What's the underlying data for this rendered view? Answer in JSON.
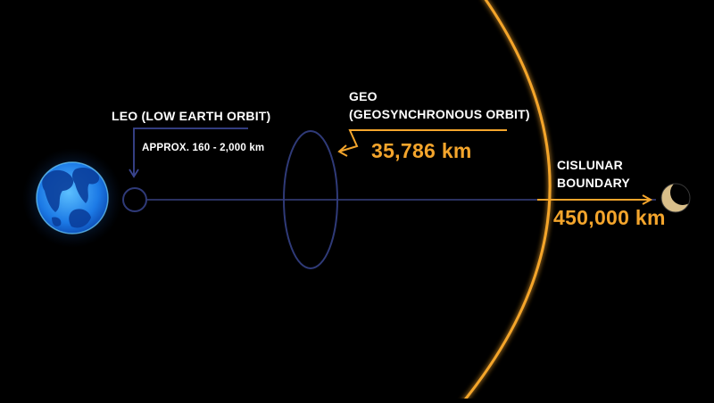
{
  "colors": {
    "background": "#000000",
    "earth": "#3aa0ff",
    "orbit_line": "#232a4f",
    "accent": "#f4a52c",
    "moon": "#d9bf8a"
  },
  "leo": {
    "title": "LEO (LOW EARTH ORBIT)",
    "range": "APPROX. 160 - 2,000 km"
  },
  "geo": {
    "title_line1": "GEO",
    "title_line2": "(GEOSYNCHRONOUS ORBIT)",
    "distance": "35,786 km"
  },
  "cislunar": {
    "title_line1": "CISLUNAR",
    "title_line2": "BOUNDARY",
    "distance": "450,000 km"
  },
  "icons": [
    "earth-icon",
    "moon-icon"
  ]
}
